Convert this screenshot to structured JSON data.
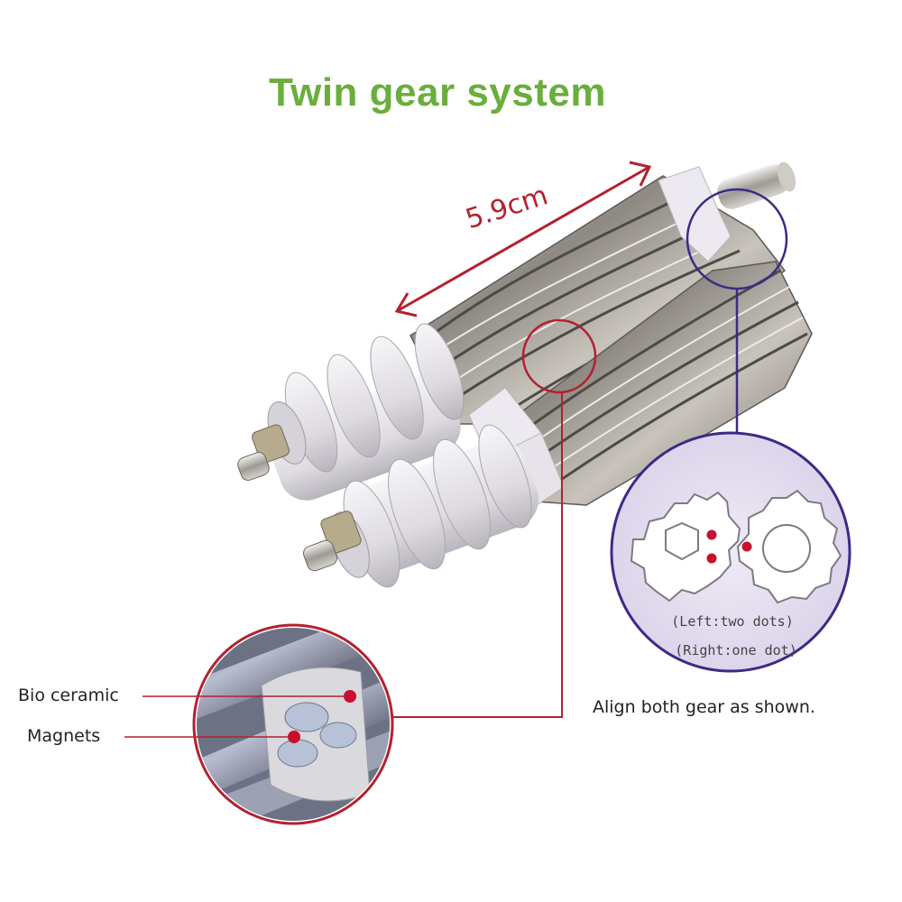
{
  "title": "Twin gear system",
  "dimension": {
    "label": "5.9cm"
  },
  "callouts": {
    "bio_ceramic": "Bio ceramic",
    "magnets": "Magnets"
  },
  "gear_detail": {
    "left_note": "(Left:two dots)",
    "right_note": "(Right:one dot)"
  },
  "instruction": "Align both gear as shown.",
  "colors": {
    "title_green": "#6aae3c",
    "accent_red": "#b3212f",
    "accent_purple": "#3c2a86",
    "gear_panel": "#e7e1f0",
    "ceramic_white": "#e9e7ea",
    "steel": "#a8a39b"
  }
}
